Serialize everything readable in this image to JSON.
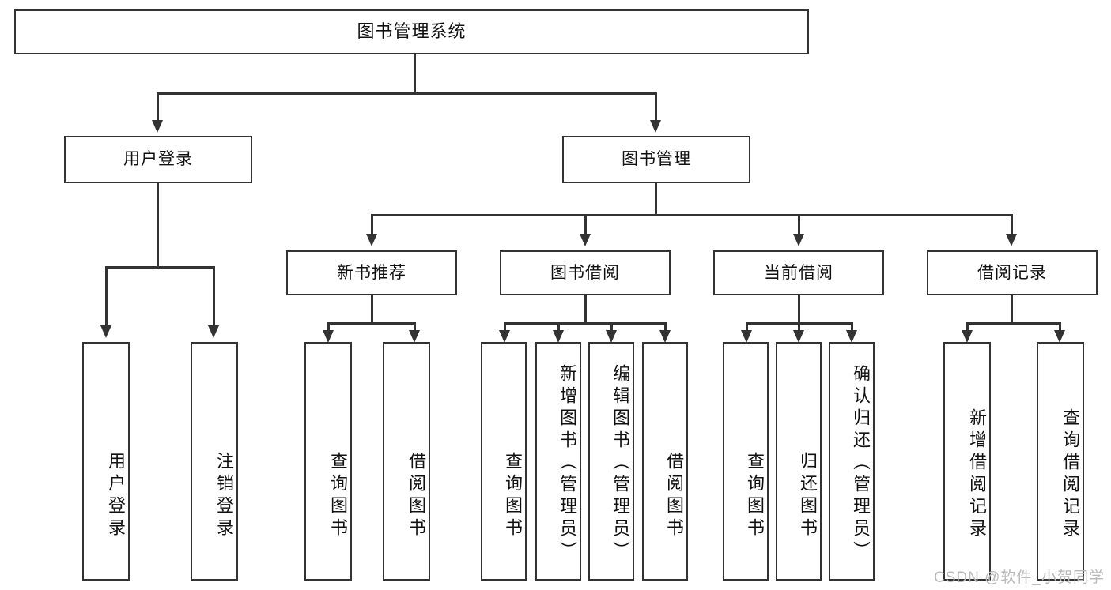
{
  "diagram": {
    "title": "图书管理系统",
    "type": "tree-hierarchy",
    "root": {
      "label": "图书管理系统"
    },
    "level2": [
      {
        "id": "user-login",
        "label": "用户登录"
      },
      {
        "id": "book-manage",
        "label": "图书管理"
      }
    ],
    "level3": [
      {
        "id": "new-book-recommend",
        "label": "新书推荐",
        "parent": "book-manage"
      },
      {
        "id": "book-borrow",
        "label": "图书借阅",
        "parent": "book-manage"
      },
      {
        "id": "current-borrow",
        "label": "当前借阅",
        "parent": "book-manage"
      },
      {
        "id": "borrow-record",
        "label": "借阅记录",
        "parent": "book-manage"
      }
    ],
    "leaves": {
      "user_login": [
        {
          "id": "leaf-user-login",
          "label": "用户登录"
        },
        {
          "id": "leaf-user-logout",
          "label": "注销登录"
        }
      ],
      "new_book_recommend": [
        {
          "id": "leaf-query-book-1",
          "label": "查询图书"
        },
        {
          "id": "leaf-borrow-book-1",
          "label": "借阅图书"
        }
      ],
      "book_borrow": [
        {
          "id": "leaf-query-book-2",
          "label": "查询图书"
        },
        {
          "id": "leaf-add-book",
          "label": "新增图书（管理员）"
        },
        {
          "id": "leaf-edit-book",
          "label": "编辑图书（管理员）"
        },
        {
          "id": "leaf-borrow-book-2",
          "label": "借阅图书"
        }
      ],
      "current_borrow": [
        {
          "id": "leaf-query-book-3",
          "label": "查询图书"
        },
        {
          "id": "leaf-return-book",
          "label": "归还图书"
        },
        {
          "id": "leaf-confirm-return",
          "label": "确认归还（管理员）"
        }
      ],
      "borrow_record": [
        {
          "id": "leaf-add-record",
          "label": "新增借阅记录"
        },
        {
          "id": "leaf-query-record",
          "label": "查询借阅记录"
        }
      ]
    }
  },
  "watermark": {
    "text": "CSDN @软件_小贺同学"
  },
  "colors": {
    "background": "#ffffff",
    "line": "#333333",
    "box_border": "#333333",
    "text": "#111111",
    "watermark": "#b9b9b9"
  }
}
